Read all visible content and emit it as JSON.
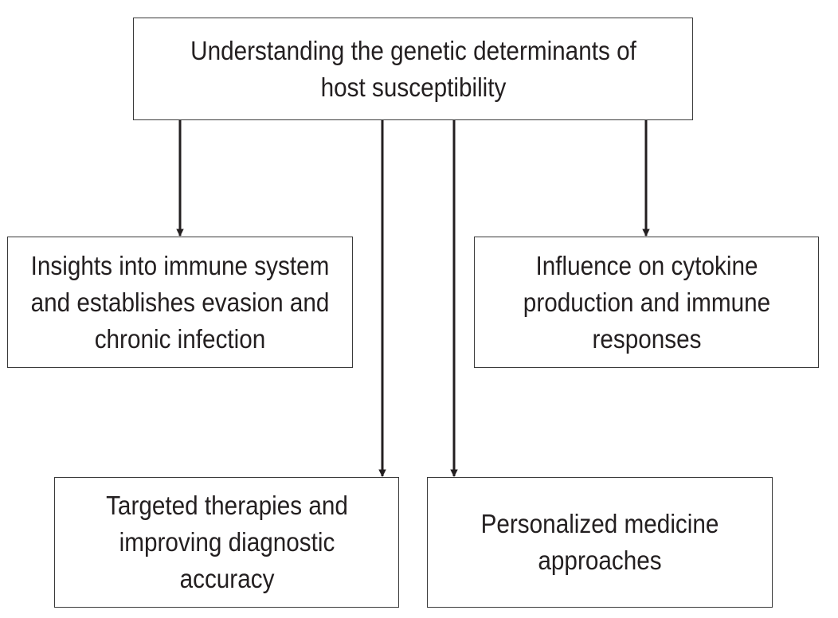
{
  "diagram": {
    "root": {
      "text": "Understanding the genetic determinants of host susceptibility"
    },
    "children": [
      {
        "id": "immune-insights",
        "text": "Insights into immune system and establishes evasion and chronic infection"
      },
      {
        "id": "cytokine-influence",
        "text": "Influence on cytokine production and immune responses"
      },
      {
        "id": "targeted-therapies",
        "text": "Targeted therapies and improving diagnostic accuracy"
      },
      {
        "id": "personalized-medicine",
        "text": "Personalized medicine approaches"
      }
    ],
    "edges": [
      {
        "from": "root",
        "to": "immune-insights"
      },
      {
        "from": "root",
        "to": "cytokine-influence"
      },
      {
        "from": "root",
        "to": "targeted-therapies"
      },
      {
        "from": "root",
        "to": "personalized-medicine"
      }
    ],
    "colors": {
      "stroke": "#231f20",
      "box_border": "#3a3a3a",
      "background": "#ffffff"
    }
  }
}
